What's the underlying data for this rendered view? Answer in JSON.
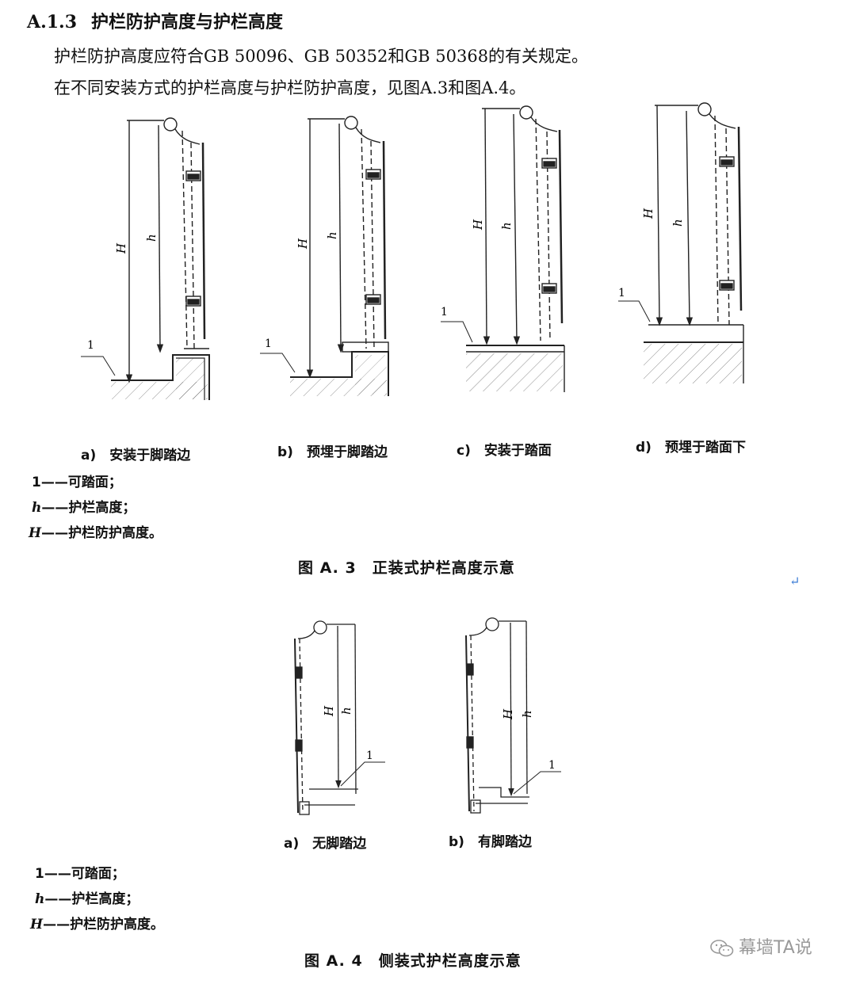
{
  "section": {
    "number": "A.1.3",
    "title": "护栏防护高度与护栏高度"
  },
  "paragraphs": [
    "护栏防护高度应符合GB  50096、GB  50352和GB  50368的有关规定。",
    "在不同安装方式的护栏高度与护栏防护高度，见图A.3和图A.4。"
  ],
  "figure_a3": {
    "title": "图 A. 3　正装式护栏高度示意",
    "subcaptions": [
      "a)　安装于脚踏边",
      "b)　预埋于脚踏边",
      "c)　安装于踏面",
      "d)　预埋于踏面下"
    ],
    "legend": [
      {
        "key": "1",
        "text": "——可踏面；"
      },
      {
        "key": "h",
        "text": "——护栏高度；"
      },
      {
        "key": "H",
        "text": "——护栏防护高度。"
      }
    ]
  },
  "figure_a4": {
    "title": "图 A. 4　侧装式护栏高度示意",
    "subcaptions": [
      "a)　无脚踏边",
      "b)　有脚踏边"
    ],
    "legend": [
      {
        "key": "1",
        "text": "——可踏面；"
      },
      {
        "key": "h",
        "text": "——护栏高度；"
      },
      {
        "key": "H",
        "text": "——护栏防护高度。"
      }
    ]
  },
  "dimension_labels": {
    "H": "H",
    "h": "h",
    "surface": "1"
  },
  "return_mark": "↵",
  "watermark": {
    "text": "幕墙TA说",
    "icon": "wechat-icon"
  },
  "colors": {
    "text": "#111111",
    "line": "#222222",
    "return_mark": "#3a7bd5",
    "watermark": "#9a9a9a"
  }
}
